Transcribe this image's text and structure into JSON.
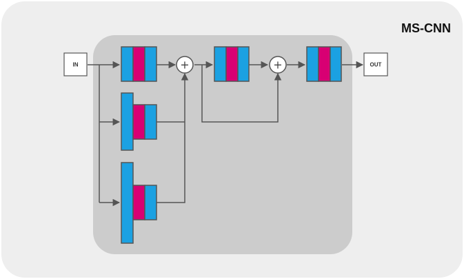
{
  "diagram": {
    "title": "MS-CNN",
    "input_label": "IN",
    "output_label": "OUT",
    "adder_symbol": "+"
  },
  "colors": {
    "outer_panel": "#eeeeee",
    "inner_panel": "#cccccc",
    "block_blue": "#1ba1e2",
    "block_magenta": "#d80073",
    "stroke": "#555555",
    "io_fill": "#ffffff",
    "adder_fill": "#ffffff"
  }
}
